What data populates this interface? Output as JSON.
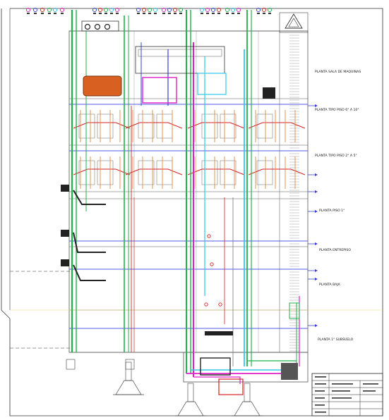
{
  "drawing": {
    "floor_labels": [
      "PLANTA SALA DE MAQUINAS",
      "PLANTA TIPO PISO 6° A 10°",
      "PLANTA TIPO PISO 2° A 5°",
      "PLANTA PISO 1°",
      "PLANTA ENTREPISO",
      "PLANTA BAJA",
      "PLANTA 1° SUBSUELO"
    ],
    "colors": {
      "green": "#22b04a",
      "magenta": "#e020c8",
      "cyan": "#30c8e8",
      "blue": "#3840d8",
      "red": "#d42020",
      "orange": "#e08840",
      "dark": "#222222",
      "grey_line": "#7a7a7a",
      "yellow": "#e8e070"
    },
    "icons": [
      "north-logo-icon",
      "equipment-symbol-icon",
      "pile-foundation-icon"
    ]
  }
}
